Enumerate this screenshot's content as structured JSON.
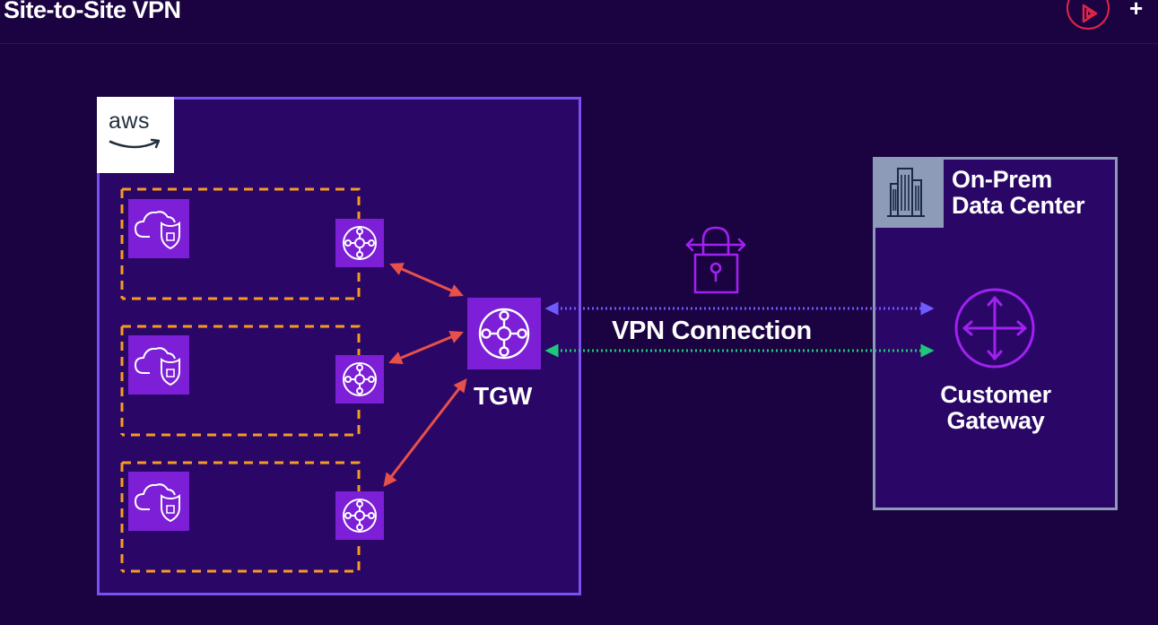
{
  "header": {
    "title": "Site-to-Site VPN",
    "plus_label": "+"
  },
  "aws": {
    "logo_text": "aws",
    "vpc_count": 3
  },
  "tgw": {
    "label": "TGW"
  },
  "vpn": {
    "label": "VPN Connection"
  },
  "onprem": {
    "title_line1": "On-Prem",
    "title_line2": "Data Center"
  },
  "customer_gateway": {
    "line1": "Customer",
    "line2": "Gateway"
  },
  "colors": {
    "background": "#1a0340",
    "aws_border": "#7b50f0",
    "vpc_dash": "#f59b24",
    "tile": "#7c1fd7",
    "tgw_arrows": "#e8504a",
    "vpn_tunnel_1": "#6f5bff",
    "vpn_tunnel_2": "#1fc77a",
    "onprem_border": "#8d9ab8",
    "accent_red": "#e3244a"
  },
  "icons": {
    "play": "play-circle-icon",
    "vpc": "cloud-shield-icon",
    "attachment": "tgw-attachment-icon",
    "tgw": "transit-gateway-icon",
    "lock": "vpn-lock-icon",
    "building": "building-icon",
    "router": "router-icon"
  }
}
